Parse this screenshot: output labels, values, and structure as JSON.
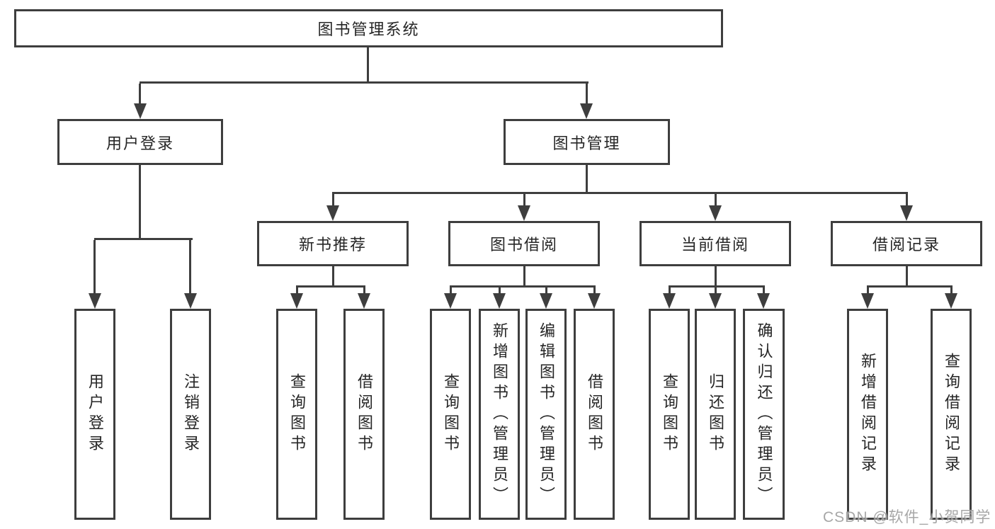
{
  "diagram": {
    "root": {
      "label": "图书管理系统"
    },
    "level2": [
      {
        "label": "用户登录"
      },
      {
        "label": "图书管理"
      }
    ],
    "level3": [
      {
        "label": "新书推荐"
      },
      {
        "label": "图书借阅"
      },
      {
        "label": "当前借阅"
      },
      {
        "label": "借阅记录"
      }
    ],
    "leaves": {
      "user_login": [
        "用户登录",
        "注销登录"
      ],
      "new_book_recommendation": [
        "查询图书",
        "借阅图书"
      ],
      "book_borrowing": [
        "查询图书",
        "新增图书（管理员）",
        "编辑图书（管理员）",
        "借阅图书"
      ],
      "current_borrowing": [
        "查询图书",
        "归还图书",
        "确认归还（管理员）"
      ],
      "borrowing_records": [
        "新增借阅记录",
        "查询借阅记录"
      ]
    }
  },
  "watermark": {
    "text": "CSDN @软件_小贺同学"
  },
  "colors": {
    "line": "#3e3e3e",
    "text": "#262626",
    "background": "#ffffff",
    "watermark": "#989898"
  }
}
